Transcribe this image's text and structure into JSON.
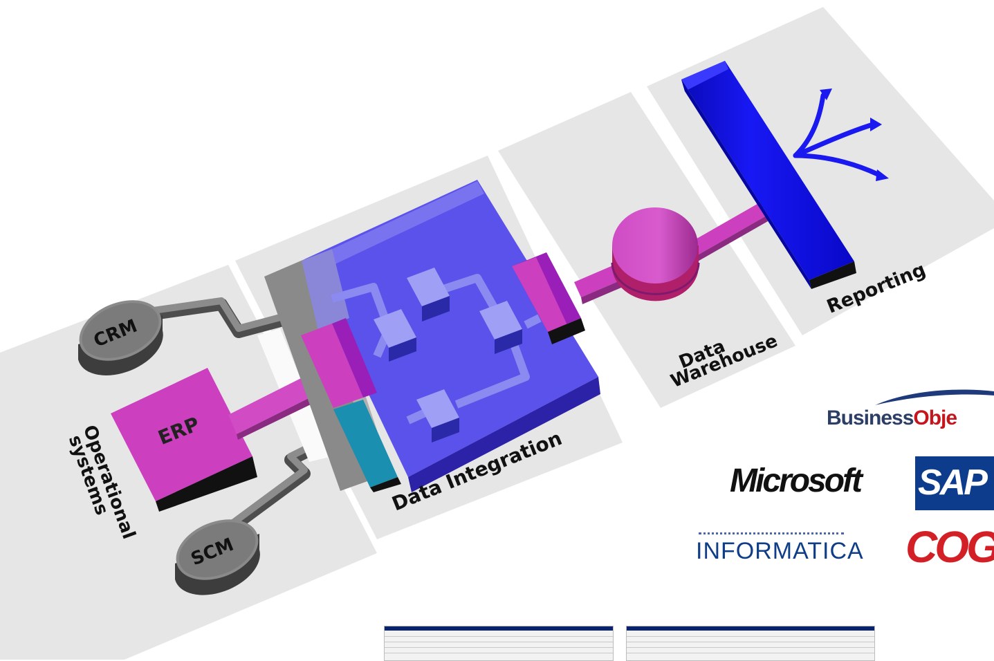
{
  "diagram": {
    "stages": [
      {
        "id": "operational",
        "label_line1": "Operational",
        "label_line2": "systems"
      },
      {
        "id": "integration",
        "label": "Data Integration"
      },
      {
        "id": "warehouse",
        "label_line1": "Data",
        "label_line2": "Warehouse"
      },
      {
        "id": "reporting",
        "label": "Reporting"
      }
    ],
    "sources": [
      {
        "id": "crm",
        "label": "CRM"
      },
      {
        "id": "erp",
        "label": "ERP"
      },
      {
        "id": "scm",
        "label": "SCM"
      }
    ],
    "colors": {
      "panel": "#e4e4e4",
      "integration_box": "#5a52ea",
      "integration_side": "#3c33c0",
      "magenta": "#cc3fbf",
      "gray_pipe": "#707070",
      "blue_bar": "#1010f0",
      "cyan": "#1a8fb0"
    }
  },
  "vendors": {
    "business_objects": {
      "part1": "Business",
      "part2": "Obje"
    },
    "microsoft": "Microsoft",
    "sap": "SAP",
    "informatica": "INFORMATICA",
    "cognos": "COGI"
  }
}
